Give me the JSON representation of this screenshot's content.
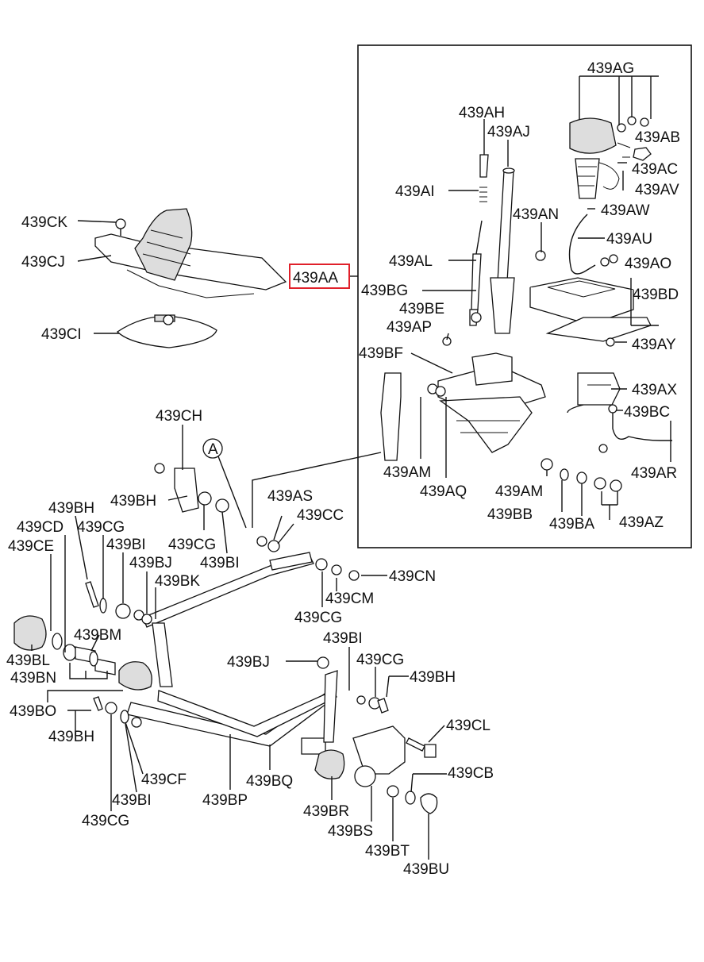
{
  "labels": {
    "ag": "439AG",
    "ah": "439AH",
    "aj": "439AJ",
    "ab": "439AB",
    "ac": "439AC",
    "av": "439AV",
    "ai": "439AI",
    "an": "439AN",
    "aw": "439AW",
    "au": "439AU",
    "al": "439AL",
    "ao": "439AO",
    "bg": "439BG",
    "bd": "439BD",
    "be": "439BE",
    "ap": "439AP",
    "ay": "439AY",
    "bf": "439BF",
    "ax": "439AX",
    "bc": "439BC",
    "am1": "439AM",
    "aq": "439AQ",
    "am2": "439AM",
    "ar": "439AR",
    "bb": "439BB",
    "ba": "439BA",
    "az": "439AZ",
    "aa": "439AA",
    "ck": "439CK",
    "cj": "439CJ",
    "ci": "439CI",
    "ch": "439CH",
    "circle_a": "A",
    "bh1": "439BH",
    "bh2": "439BH",
    "cd": "439CD",
    "cg1": "439CG",
    "ce": "439CE",
    "bi1": "439BI",
    "cg2": "439CG",
    "bi2": "439BI",
    "as": "439AS",
    "cc": "439CC",
    "bj1": "439BJ",
    "bk": "439BK",
    "cn": "439CN",
    "cm": "439CM",
    "cg3": "439CG",
    "bm": "439BM",
    "bl": "439BL",
    "bn": "439BN",
    "bi3": "439BI",
    "bj2": "439BJ",
    "cg4": "439CG",
    "bh3": "439BH",
    "bo": "439BO",
    "bh4": "439BH",
    "cl": "439CL",
    "cb": "439CB",
    "cf": "439CF",
    "bi4": "439BI",
    "bp": "439BP",
    "bq": "439BQ",
    "cg5": "439CG",
    "br": "439BR",
    "bs": "439BS",
    "bt": "439BT",
    "bu": "439BU"
  },
  "colors": {
    "highlight_box": "#e0202a",
    "ink": "#111111",
    "background": "#ffffff"
  }
}
